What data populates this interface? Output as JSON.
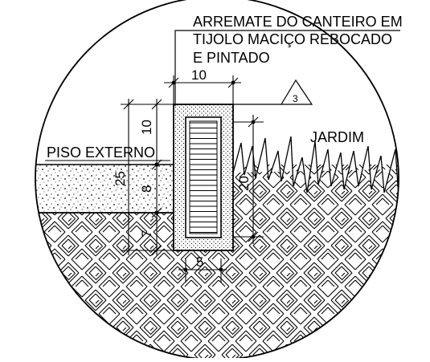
{
  "callout": {
    "line1": "ARREMATE DO CANTEIRO EM",
    "line2": "TIJOLO MACIÇO REBOCADO",
    "line3": "E PINTADO"
  },
  "labels": {
    "piso": "PISO EXTERNO",
    "jardim": "JARDIM",
    "detail_ref": "3"
  },
  "dimensions": {
    "top_width": "10",
    "bottom_width": "5",
    "left_top": "10",
    "left_middle": "25",
    "left_inner": "8",
    "left_bottom": "7",
    "right_height": "20"
  }
}
